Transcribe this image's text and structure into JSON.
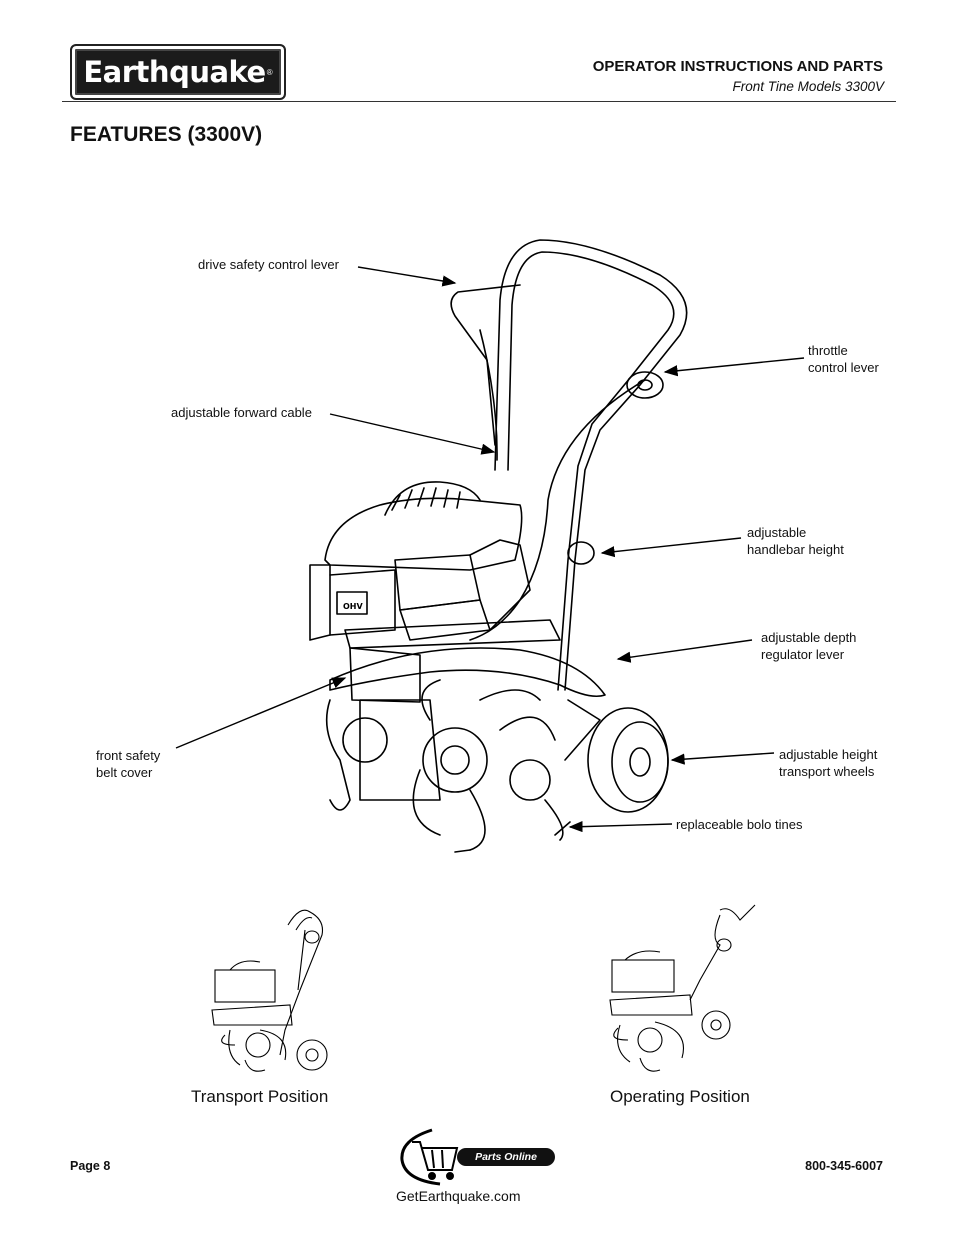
{
  "header": {
    "brand": "Earthquake",
    "reg_mark": "®",
    "title": "OPERATOR INSTRUCTIONS AND PARTS",
    "subtitle": "Front Tine Models 3300V"
  },
  "section_title": "FEATURES (3300V)",
  "callouts": {
    "drive_safety": "drive safety control lever",
    "throttle": "throttle\ncontrol lever",
    "forward_cable": "adjustable forward cable",
    "handlebar_height": "adjustable\nhandlebar height",
    "depth_regulator": "adjustable depth\nregulator lever",
    "belt_cover": "front safety\nbelt cover",
    "transport_wheels": "adjustable height\ntransport wheels",
    "bolo_tines": "replaceable bolo tines"
  },
  "engine_badge": "OHV",
  "positions": {
    "transport": "Transport Position",
    "operating": "Operating Position"
  },
  "footer": {
    "page": "Page 8",
    "phone": "800-345-6007",
    "parts_badge": "Parts Online",
    "website": "GetEarthquake.com"
  }
}
